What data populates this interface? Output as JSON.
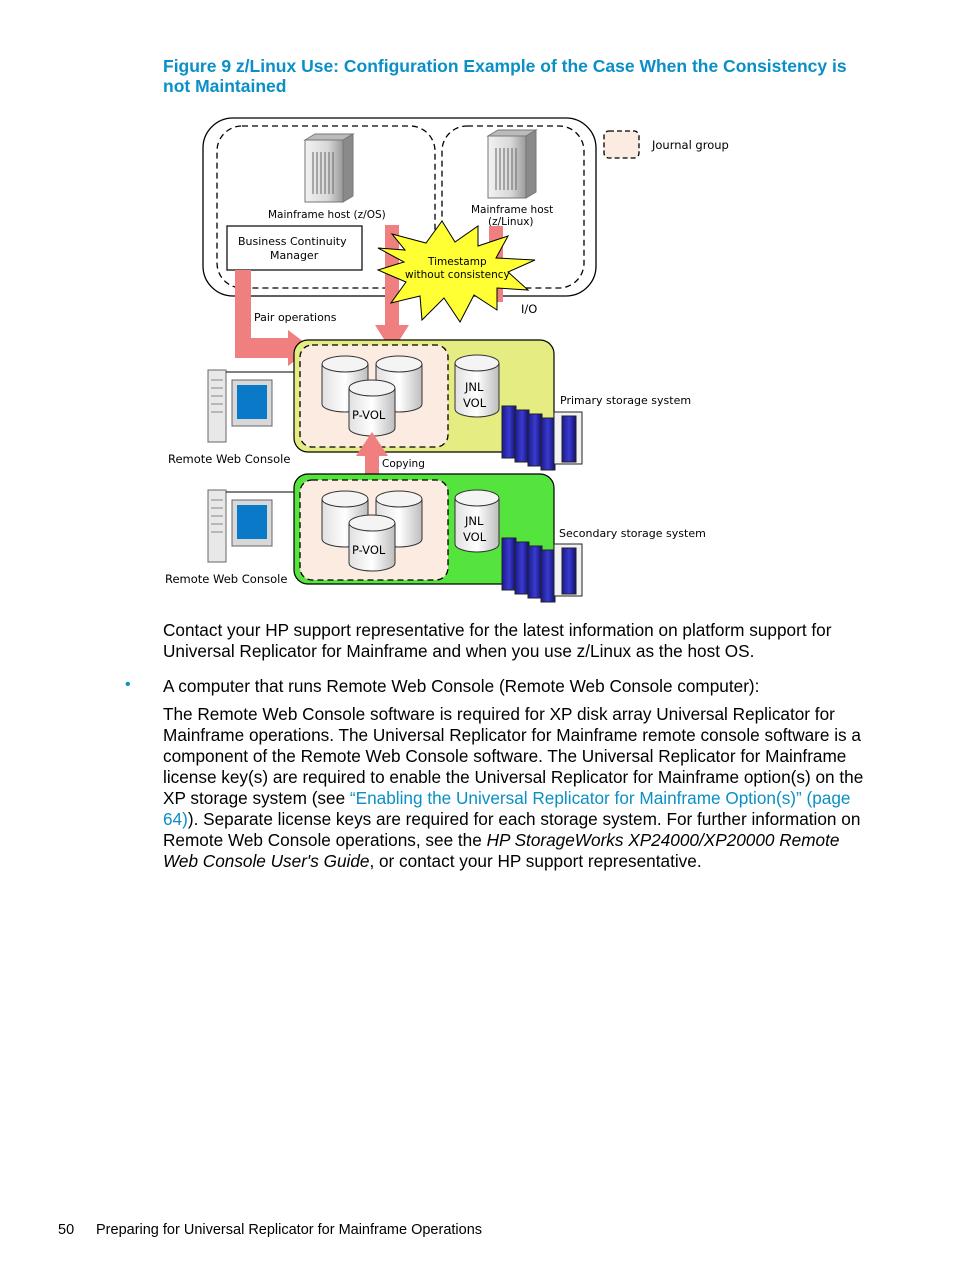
{
  "figure": {
    "caption": "Figure 9 z/Linux Use: Configuration Example of the Case When the Consistency is not Maintained",
    "labels": {
      "journal_group": "Journal group",
      "mainframe_zos": "Mainframe host (z/OS)",
      "mainframe_zlinux_1": "Mainframe host",
      "mainframe_zlinux_2": "(z/Linux)",
      "bcm_1": "Business Continuity",
      "bcm_2": "Manager",
      "timestamp_1": "Timestamp",
      "timestamp_2": "without consistency",
      "io": "I/O",
      "pair_operations": "Pair operations",
      "pvol_primary": "P-VOL",
      "jnl_primary_1": "JNL",
      "jnl_primary_2": "VOL",
      "primary_storage": "Primary storage system",
      "copying": "Copying",
      "rwc_primary": "Remote Web Console",
      "pvol_secondary": "P-VOL",
      "jnl_secondary_1": "JNL",
      "jnl_secondary_2": "VOL",
      "secondary_storage": "Secondary storage system",
      "rwc_secondary": "Remote Web Console"
    }
  },
  "body": {
    "para1": "Contact your HP support representative for the latest information on platform support for Universal Replicator for Mainframe and when you use z/Linux as the host OS.",
    "bullet_symbol": "•",
    "bullet1": "A computer that runs Remote Web Console (Remote Web Console computer):",
    "para2_a": "The Remote Web Console software is required for XP disk array Universal Replicator for Mainframe operations. The Universal Replicator for Mainframe remote console software is a component of the Remote Web Console software. The Universal Replicator for Mainframe license key(s) are required to enable the Universal Replicator for Mainframe option(s) on the XP storage system (see ",
    "para2_link": "“Enabling the Universal Replicator for Mainframe Option(s)” (page 64)",
    "para2_b": "). Separate license keys are required for each storage system. For further information on Remote Web Console operations, see the ",
    "para2_italic": "HP StorageWorks XP24000/XP20000 Remote Web Console User's Guide",
    "para2_c": ", or contact your HP support representative."
  },
  "footer": {
    "page_number": "50",
    "section": "Preparing for Universal Replicator for Mainframe Operations"
  }
}
